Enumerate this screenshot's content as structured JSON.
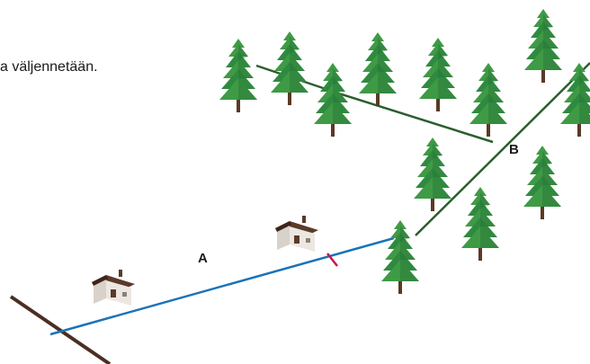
{
  "caption": "a väljennetään.",
  "labels": {
    "a": "A",
    "b": "B"
  },
  "colors": {
    "tree_light": "#3f9a45",
    "tree_dark": "#1f6b34",
    "trunk": "#5a3a26",
    "line_a": "#1a73b8",
    "line_b": "#2c5e2e",
    "marker": "#c4174f",
    "road": "#4a2f22",
    "house_roof": "#5b3a2a",
    "house_wall": "#ece7e1"
  },
  "icons": [
    "spruce-tree-icon",
    "house-icon"
  ]
}
